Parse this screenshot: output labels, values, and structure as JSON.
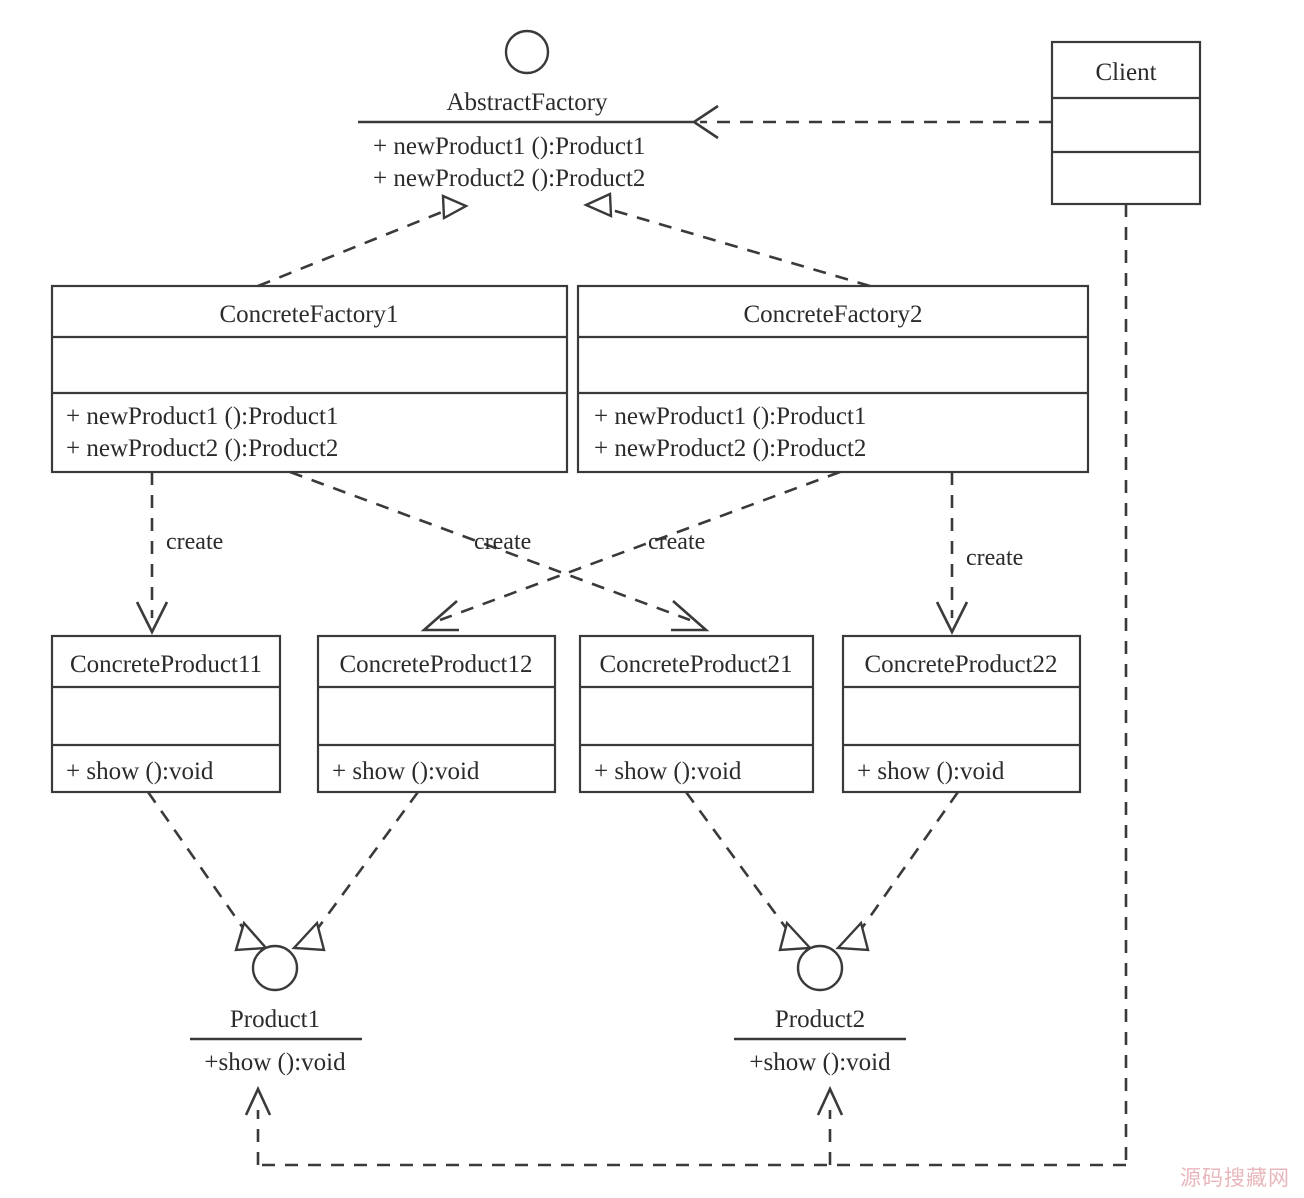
{
  "diagram": {
    "title": "Abstract Factory Pattern UML Class Diagram",
    "watermark": "源码搜藏网",
    "stroke_color": "#3a3a3a",
    "background": "#ffffff",
    "watermark_color": "#e8b7bb"
  },
  "interfaces": {
    "abstract_factory": {
      "name": "AbstractFactory",
      "methods": [
        "+ newProduct1 ():Product1",
        "+ newProduct2 ():Product2"
      ]
    },
    "product1": {
      "name": "Product1",
      "methods": [
        "+show ():void"
      ]
    },
    "product2": {
      "name": "Product2",
      "methods": [
        "+show ():void"
      ]
    }
  },
  "classes": {
    "client": {
      "name": "Client",
      "attributes": [],
      "methods": []
    },
    "concrete_factory_1": {
      "name": "ConcreteFactory1",
      "attributes": [],
      "methods": [
        "+ newProduct1 ():Product1",
        "+ newProduct2 ():Product2"
      ]
    },
    "concrete_factory_2": {
      "name": "ConcreteFactory2",
      "attributes": [],
      "methods": [
        "+ newProduct1 ():Product1",
        "+ newProduct2 ():Product2"
      ]
    },
    "concrete_product_11": {
      "name": "ConcreteProduct11",
      "attributes": [],
      "methods": [
        "+ show ():void"
      ]
    },
    "concrete_product_12": {
      "name": "ConcreteProduct12",
      "attributes": [],
      "methods": [
        "+ show ():void"
      ]
    },
    "concrete_product_21": {
      "name": "ConcreteProduct21",
      "attributes": [],
      "methods": [
        "+ show ():void"
      ]
    },
    "concrete_product_22": {
      "name": "ConcreteProduct22",
      "attributes": [],
      "methods": [
        "+ show ():void"
      ]
    }
  },
  "edge_labels": {
    "create_1": "create",
    "create_2": "create",
    "create_3": "create",
    "create_4": "create"
  },
  "relationships": [
    {
      "from": "Client",
      "to": "AbstractFactory",
      "type": "dependency"
    },
    {
      "from": "ConcreteFactory1",
      "to": "AbstractFactory",
      "type": "realization"
    },
    {
      "from": "ConcreteFactory2",
      "to": "AbstractFactory",
      "type": "realization"
    },
    {
      "from": "ConcreteFactory1",
      "to": "ConcreteProduct11",
      "type": "create"
    },
    {
      "from": "ConcreteFactory1",
      "to": "ConcreteProduct21",
      "type": "create"
    },
    {
      "from": "ConcreteFactory2",
      "to": "ConcreteProduct12",
      "type": "create"
    },
    {
      "from": "ConcreteFactory2",
      "to": "ConcreteProduct22",
      "type": "create"
    },
    {
      "from": "ConcreteProduct11",
      "to": "Product1",
      "type": "realization"
    },
    {
      "from": "ConcreteProduct12",
      "to": "Product1",
      "type": "realization"
    },
    {
      "from": "ConcreteProduct21",
      "to": "Product2",
      "type": "realization"
    },
    {
      "from": "ConcreteProduct22",
      "to": "Product2",
      "type": "realization"
    },
    {
      "from": "Client",
      "to": "Product1",
      "type": "dependency"
    },
    {
      "from": "Client",
      "to": "Product2",
      "type": "dependency"
    }
  ]
}
